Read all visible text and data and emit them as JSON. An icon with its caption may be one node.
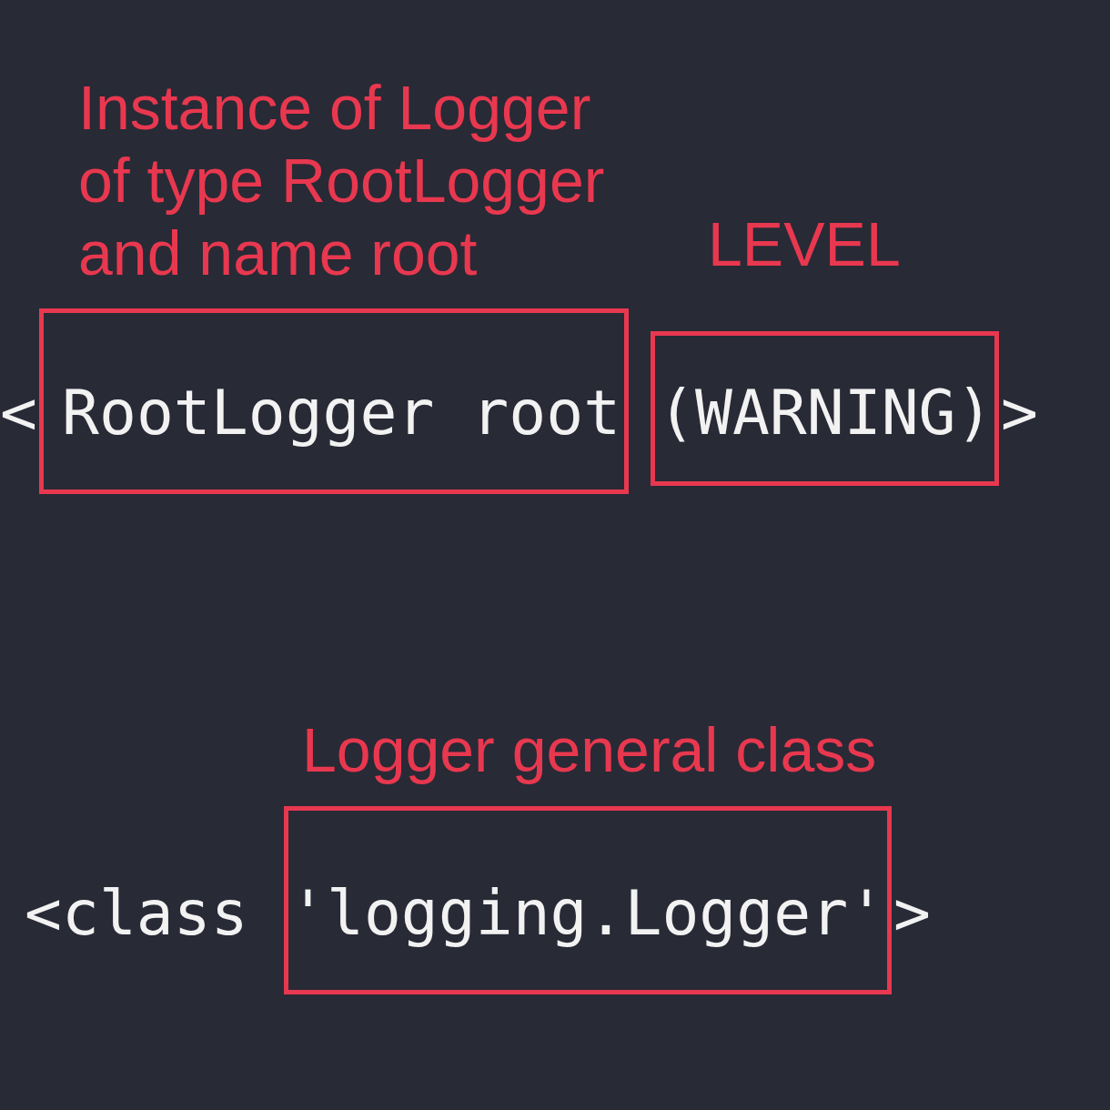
{
  "diagram": {
    "nodes": [
      {
        "text": [
          "Instance of Logger of type RootLogger and name root",
          "RootLogger root"
        ]
      },
      {
        "text": [
          "LEVEL",
          "(WARNING)"
        ]
      },
      {
        "text": [
          "Logger general class",
          "'logging.Logger'"
        ]
      }
    ],
    "labels": [
      "<",
      ">",
      "<class",
      ">"
    ]
  }
}
